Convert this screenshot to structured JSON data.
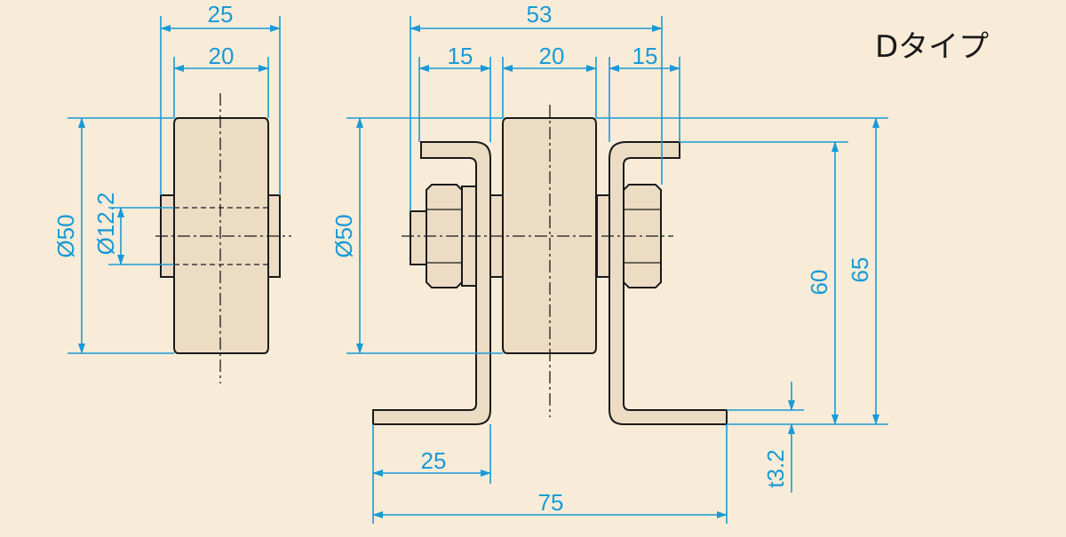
{
  "title": "Dタイプ",
  "colors": {
    "background": "#f8ecd8",
    "dimension": "#1a9ad6",
    "outline": "#1a1a1a",
    "part_fill": "#ecdcc4"
  },
  "side_view": {
    "overall_width": "25",
    "wheel_width": "20",
    "wheel_diameter": "Ø50",
    "bore_diameter": "Ø12.2"
  },
  "front_view": {
    "overall_width": "53",
    "left_offset": "15",
    "wheel_width": "20",
    "right_offset": "15",
    "wheel_diameter": "Ø50",
    "flange_height": "60",
    "overall_height": "65",
    "plate_thickness": "t3.2",
    "flange_left": "25",
    "base_width": "75"
  }
}
